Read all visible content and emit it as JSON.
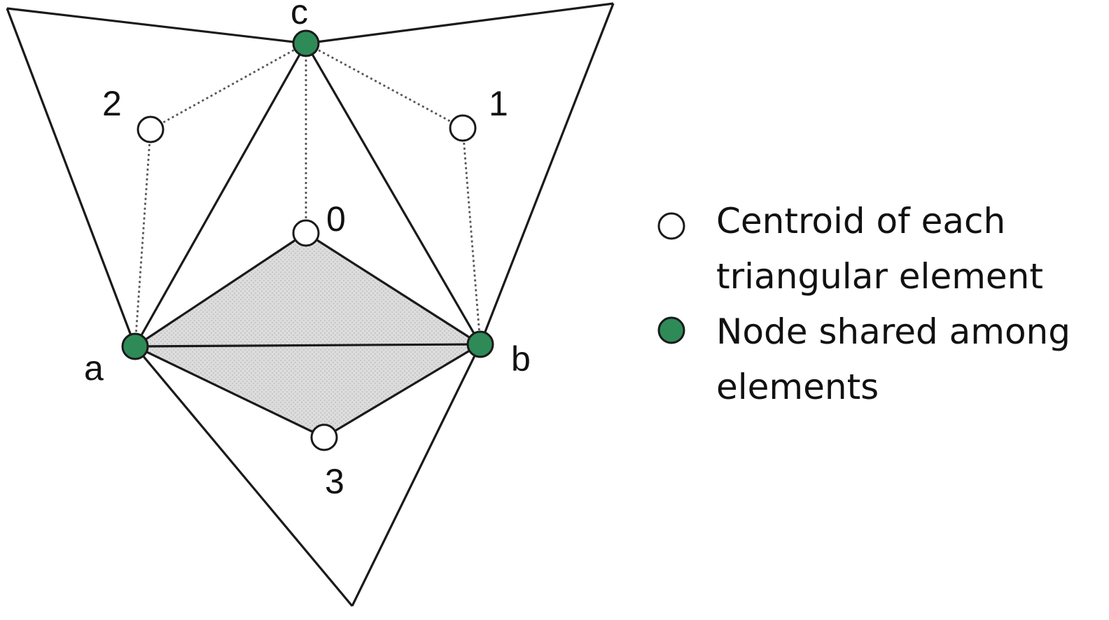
{
  "diagram": {
    "labels": {
      "node_a": "a",
      "node_b": "b",
      "node_c": "c",
      "centroid_0": "0",
      "centroid_1": "1",
      "centroid_2": "2",
      "centroid_3": "3"
    },
    "colors": {
      "shared_node_fill": "#2e8b57",
      "shared_node_stroke": "#1a1a1a",
      "centroid_fill": "#ffffff",
      "shaded_region": "#d4d4d4",
      "edge": "#1a1a1a"
    }
  },
  "legend": {
    "centroid_line1": "Centroid of each",
    "centroid_line2": "triangular element",
    "node_line1": "Node shared among",
    "node_line2": "elements"
  }
}
